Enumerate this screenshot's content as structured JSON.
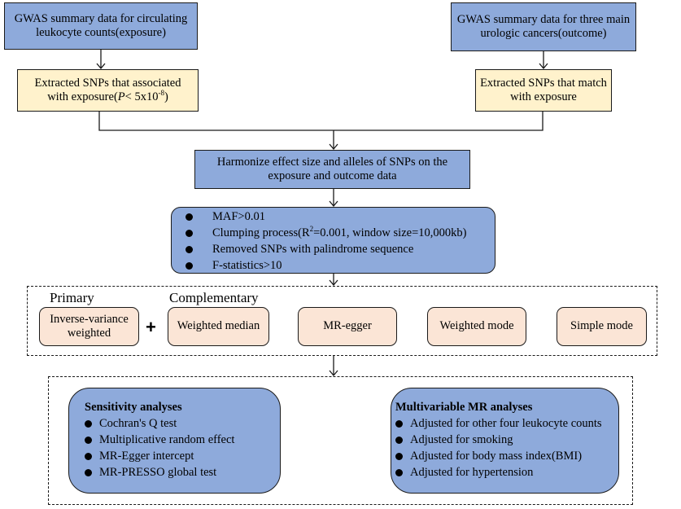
{
  "colors": {
    "blue_box": "#8eaadb",
    "yellow_box": "#fff2cc",
    "peach_box": "#fbe5d6",
    "line": "#1a1a1a"
  },
  "top": {
    "exposure_line1": "GWAS summary data for circulating",
    "exposure_line2": "leukocyte counts(exposure)",
    "outcome_line1": "GWAS summary data for three main",
    "outcome_line2": "urologic cancers(outcome)"
  },
  "extract": {
    "left_line1": "Extracted SNPs that associated",
    "left_line2_prefix": "with exposure(",
    "left_p": "P",
    "left_line2_mid": "< 5x10",
    "left_exp": "-8",
    "left_line2_suffix": ")",
    "right_line1": "Extracted SNPs that match",
    "right_line2": "with exposure"
  },
  "harmonize": {
    "line1": "Harmonize effect size and alleles of SNPs on the",
    "line2": "exposure and outcome data"
  },
  "filters": [
    "MAF>0.01",
    {
      "prefix": "Clumping process(R",
      "sup": "2",
      "suffix": "=0.001, window size=10,000kb)"
    },
    "Removed SNPs with palindrome sequence",
    "F-statistics>10"
  ],
  "methods": {
    "primary_label": "Primary",
    "complementary_label": "Complementary",
    "plus": "+",
    "boxes": [
      {
        "line1": "Inverse-variance",
        "line2": "weighted"
      },
      {
        "line1": "Weighted median"
      },
      {
        "line1": "MR-egger"
      },
      {
        "line1": "Weighted mode"
      },
      {
        "line1": "Simple mode"
      }
    ]
  },
  "sensitivity": {
    "title": "Sensitivity analyses",
    "items": [
      "Cochran's Q test",
      "Multiplicative random effect",
      "MR-Egger intercept",
      "MR-PRESSO global test"
    ]
  },
  "multivariable": {
    "title": "Multivariable MR analyses",
    "items": [
      "Adjusted for other four leukocyte counts",
      "Adjusted for smoking",
      "Adjusted for body mass index(BMI)",
      "Adjusted for hypertension"
    ]
  }
}
